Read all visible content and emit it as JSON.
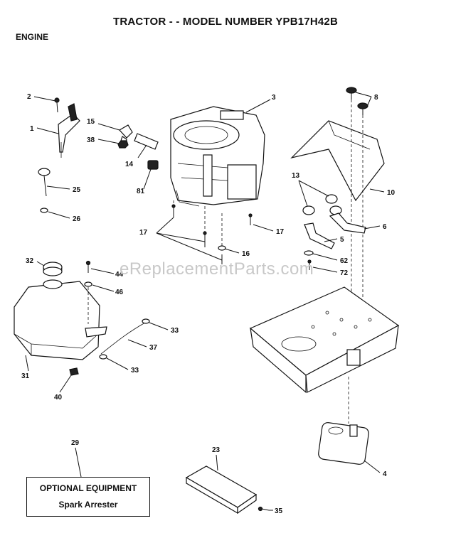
{
  "header": {
    "title": "TRACTOR - - MODEL NUMBER YPB17H42B",
    "section": "ENGINE"
  },
  "watermark": "eReplacementParts.com",
  "optional_box": {
    "title": "OPTIONAL EQUIPMENT",
    "item": "Spark Arrester"
  },
  "callouts": {
    "c1": "1",
    "c2": "2",
    "c3": "3",
    "c4": "4",
    "c5": "5",
    "c6": "6",
    "c8": "8",
    "c10": "10",
    "c13": "13",
    "c14": "14",
    "c15": "15",
    "c16": "16",
    "c17a": "17",
    "c17b": "17",
    "c23": "23",
    "c25": "25",
    "c26": "26",
    "c29": "29",
    "c31": "31",
    "c32": "32",
    "c33a": "33",
    "c33b": "33",
    "c35": "35",
    "c37": "37",
    "c38": "38",
    "c40": "40",
    "c44": "44",
    "c46": "46",
    "c62": "62",
    "c72": "72",
    "c81": "81"
  }
}
